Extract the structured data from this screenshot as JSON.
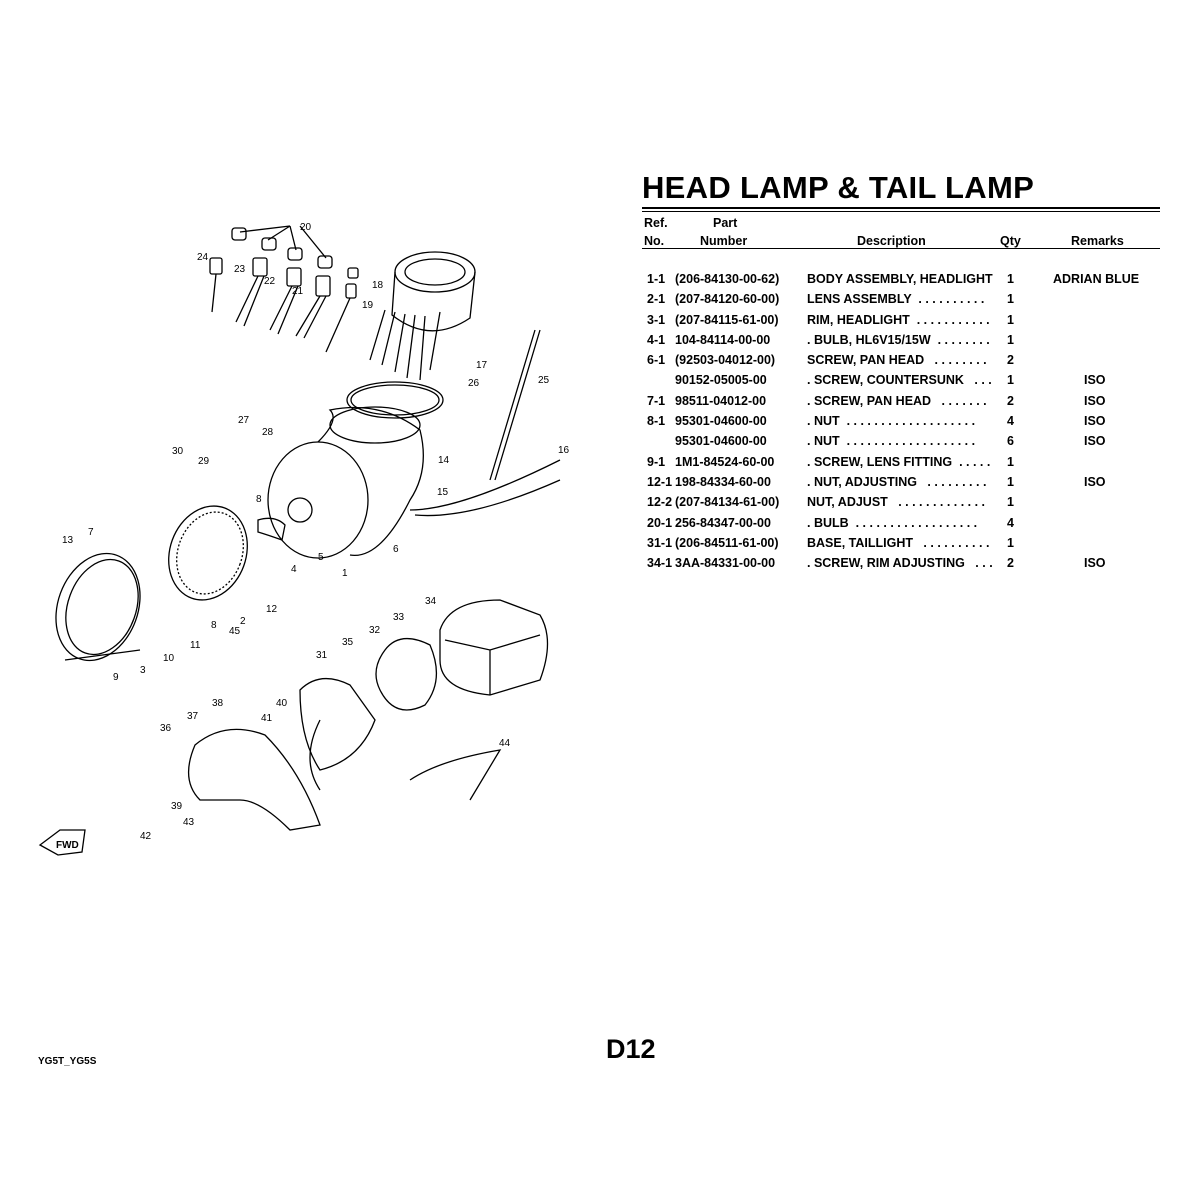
{
  "title": "HEAD LAMP & TAIL LAMP",
  "headers": {
    "ref_line1": "Ref.",
    "ref_line2": "No.",
    "part_line1": "Part",
    "part_line2": "Number",
    "description": "Description",
    "qty": "Qty",
    "remarks": "Remarks"
  },
  "parts": [
    {
      "ref": "1-1",
      "part": "(206-84130-00-62)",
      "desc": "BODY ASSEMBLY, HEADLIGHT",
      "qty": "1",
      "remarks": "ADRIAN BLUE"
    },
    {
      "ref": "2-1",
      "part": "(207-84120-60-00)",
      "desc": "LENS ASSEMBLY  . . . . . . . . . .",
      "qty": "1",
      "remarks": ""
    },
    {
      "ref": "3-1",
      "part": "(207-84115-61-00)",
      "desc": "RIM, HEADLIGHT  . . . . . . . . . . .",
      "qty": "1",
      "remarks": ""
    },
    {
      "ref": "4-1",
      "part": "104-84114-00-00",
      "desc": ". BULB, HL6V15/15W  . . . . . . . .",
      "qty": "1",
      "remarks": ""
    },
    {
      "ref": "6-1",
      "part": "(92503-04012-00)",
      "desc": "SCREW, PAN HEAD   . . . . . . . .",
      "qty": "2",
      "remarks": ""
    },
    {
      "ref": "",
      "part": "90152-05005-00",
      "desc": ". SCREW, COUNTERSUNK   . . .",
      "qty": "1",
      "remarks": "ISO"
    },
    {
      "ref": "7-1",
      "part": "98511-04012-00",
      "desc": ". SCREW, PAN HEAD   . . . . . . .",
      "qty": "2",
      "remarks": "ISO"
    },
    {
      "ref": "8-1",
      "part": "95301-04600-00",
      "desc": ". NUT  . . . . . . . . . . . . . . . . . . .",
      "qty": "4",
      "remarks": "ISO"
    },
    {
      "ref": "",
      "part": "95301-04600-00",
      "desc": ". NUT  . . . . . . . . . . . . . . . . . . .",
      "qty": "6",
      "remarks": "ISO"
    },
    {
      "ref": "9-1",
      "part": "1M1-84524-60-00",
      "desc": ". SCREW, LENS FITTING  . . . . .",
      "qty": "1",
      "remarks": ""
    },
    {
      "ref": "12-1",
      "part": "198-84334-60-00",
      "desc": ". NUT, ADJUSTING   . . . . . . . . .",
      "qty": "1",
      "remarks": "ISO"
    },
    {
      "ref": "12-2",
      "part": "(207-84134-61-00)",
      "desc": "NUT, ADJUST   . . . . . . . . . . . . .",
      "qty": "1",
      "remarks": ""
    },
    {
      "ref": "20-1",
      "part": "256-84347-00-00",
      "desc": ". BULB  . . . . . . . . . . . . . . . . . .",
      "qty": "4",
      "remarks": ""
    },
    {
      "ref": "31-1",
      "part": "(206-84511-61-00)",
      "desc": "BASE, TAILLIGHT   . . . . . . . . . .",
      "qty": "1",
      "remarks": ""
    },
    {
      "ref": "34-1",
      "part": "3AA-84331-00-00",
      "desc": ". SCREW, RIM ADJUSTING   . . .",
      "qty": "2",
      "remarks": "ISO"
    }
  ],
  "diagram": {
    "callouts": [
      "20",
      "24",
      "23",
      "22",
      "21",
      "18",
      "19",
      "17",
      "26",
      "25",
      "27",
      "28",
      "30",
      "29",
      "14",
      "16",
      "15",
      "8",
      "6",
      "1",
      "5",
      "4",
      "12",
      "7",
      "13",
      "2",
      "45",
      "8",
      "11",
      "10",
      "3",
      "9",
      "34",
      "33",
      "32",
      "35",
      "31",
      "38",
      "37",
      "36",
      "40",
      "41",
      "44",
      "39",
      "43",
      "42"
    ],
    "fwd_label": "FWD"
  },
  "footer": {
    "model": "YG5T_YG5S",
    "page": "D12"
  }
}
